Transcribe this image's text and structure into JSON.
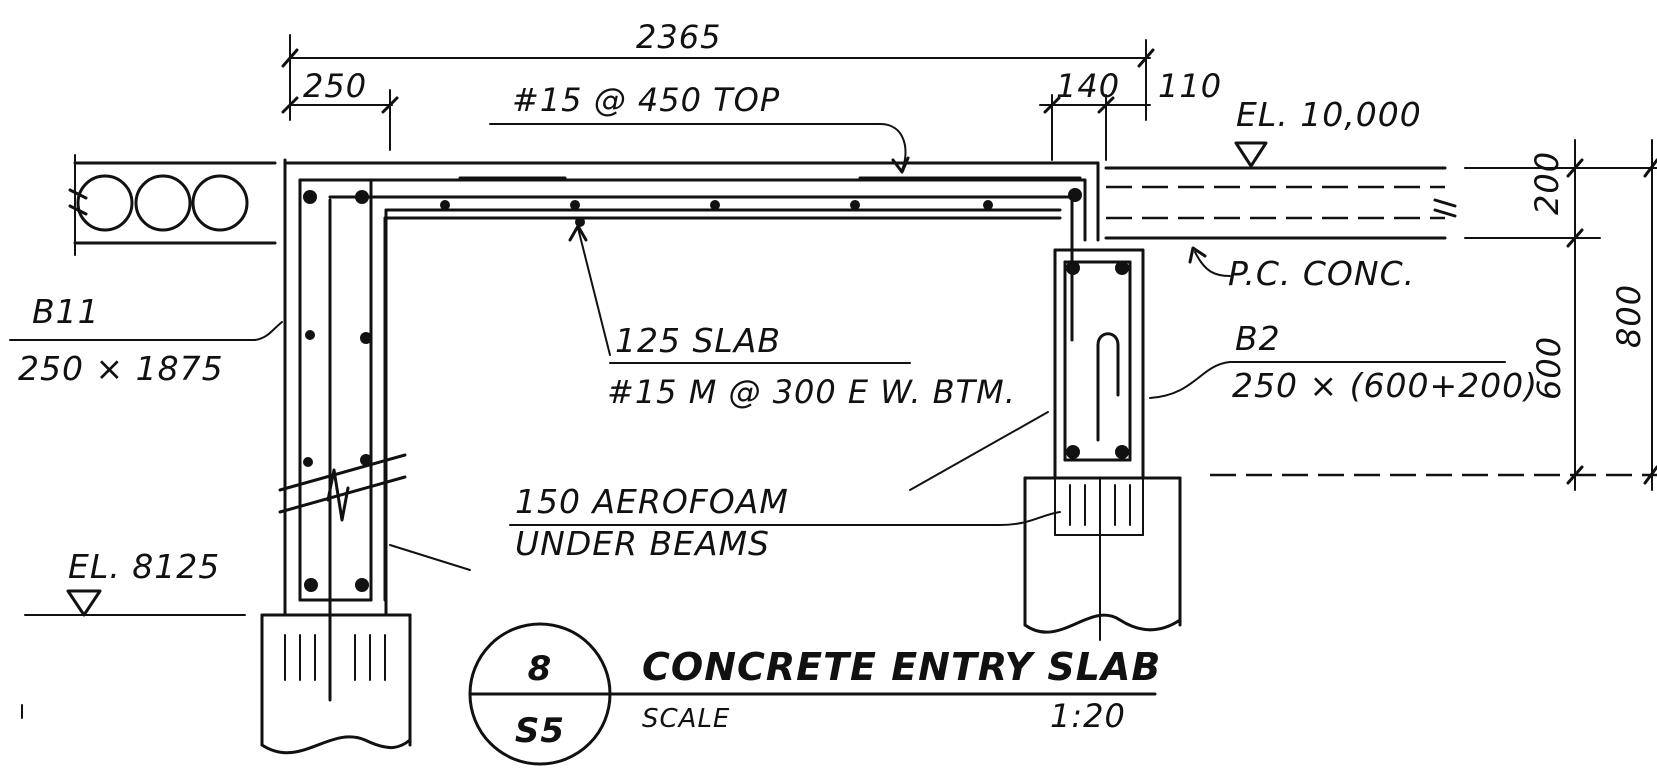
{
  "dimensions": {
    "overall": "2365",
    "b11_width": "250",
    "b2_left": "140",
    "b2_right": "110",
    "slab_thk": "200",
    "beam_depth": "600",
    "total_depth": "800"
  },
  "notes": {
    "top_bars": "#15 @ 450 TOP",
    "elev_top": "EL. 10,000",
    "pc_conc": "P.C. CONC.",
    "b11_mark": "B11",
    "b11_size": "250 × 1875",
    "slab_label": "125 SLAB",
    "slab_bars": "#15 M @ 300 E W. BTM.",
    "b2_mark": "B2",
    "b2_size": "250 × (600+200)",
    "aerofoam_1": "150 AEROFOAM",
    "aerofoam_2": "UNDER BEAMS",
    "elev_bottom": "EL. 8125"
  },
  "title_block": {
    "detail_no": "8",
    "sheet_no": "S5",
    "title": "CONCRETE ENTRY SLAB",
    "scale_label": "SCALE",
    "scale_value": "1:20"
  }
}
